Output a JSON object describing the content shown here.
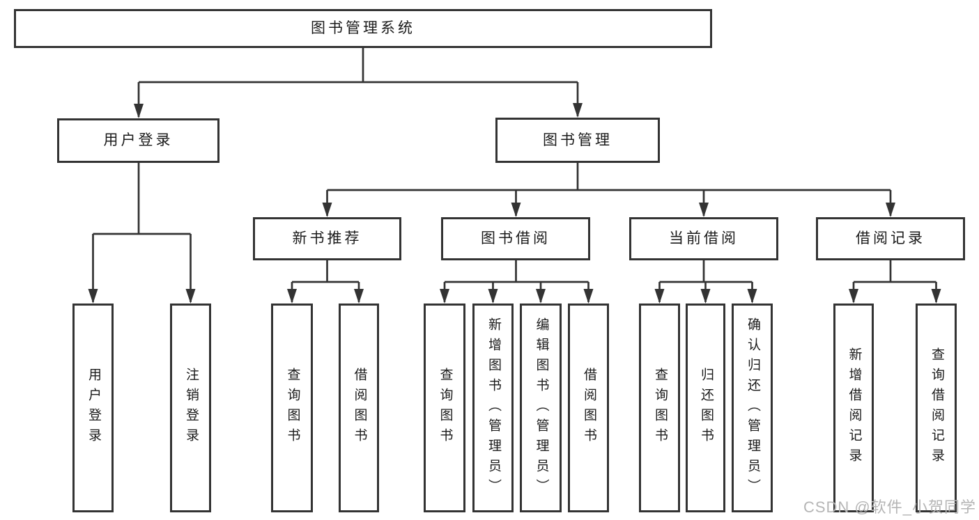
{
  "diagram": {
    "colors": {
      "line": "#333333",
      "box_border": "#333333",
      "box_fill": "#ffffff",
      "text": "#1a1a1a",
      "watermark": "#b5b5b5",
      "background": "#ffffff"
    },
    "nodes": {
      "root": {
        "label": "图书管理系统"
      },
      "user_login_branch": {
        "label": "用户登录"
      },
      "book_mgmt_branch": {
        "label": "图书管理"
      },
      "new_book_rec": {
        "label": "新书推荐"
      },
      "book_borrow": {
        "label": "图书借阅"
      },
      "current_borrow": {
        "label": "当前借阅"
      },
      "borrow_records": {
        "label": "借阅记录"
      },
      "leaves": {
        "user_login": {
          "label": "用户登录"
        },
        "logout": {
          "label": "注销登录"
        },
        "nbr_query_book": {
          "label": "查询图书"
        },
        "nbr_borrow_book": {
          "label": "借阅图书"
        },
        "bb_query_book": {
          "label": "查询图书"
        },
        "bb_add_book": {
          "label": "新增图书（管理员）"
        },
        "bb_edit_book": {
          "label": "编辑图书（管理员）"
        },
        "bb_borrow_book": {
          "label": "借阅图书"
        },
        "cb_query_book": {
          "label": "查询图书"
        },
        "cb_return_book": {
          "label": "归还图书"
        },
        "cb_confirm_return": {
          "label": "确认归还（管理员）"
        },
        "br_add_record": {
          "label": "新增借阅记录"
        },
        "br_query_record": {
          "label": "查询借阅记录"
        }
      }
    },
    "watermark": {
      "label": "CSDN @软件_小贺同学"
    }
  }
}
